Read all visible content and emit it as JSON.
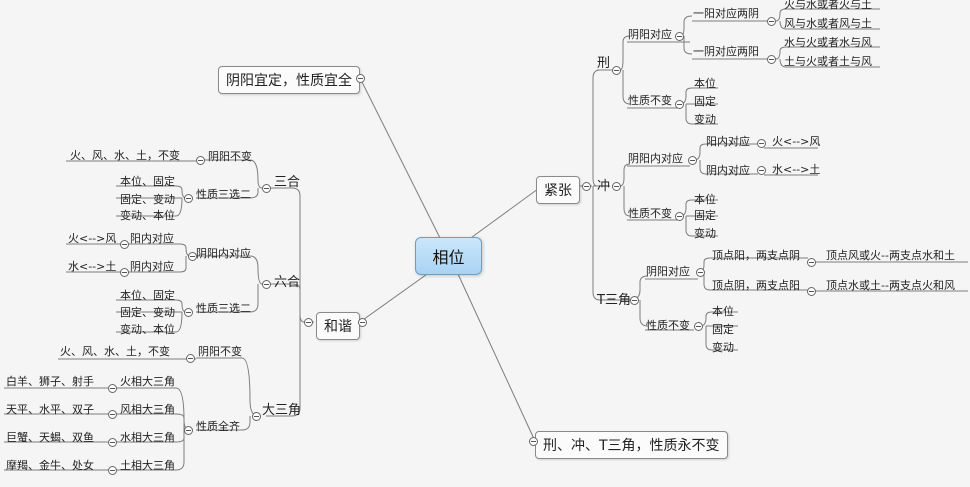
{
  "root": "相位",
  "right_top": "阴阳宜定，性质宜全",
  "right_bottom": "刑、冲、T三角，性质永不变",
  "jinzhang": {
    "label": "紧张",
    "xing": {
      "label": "刑",
      "yinyang": "阴阳对应",
      "yiyang": "一阳对应两阴",
      "yiyang_leaves": [
        "火与水或者火与土",
        "风与水或者风与土"
      ],
      "yiyin": "一阴对应两阳",
      "yiyin_leaves": [
        "水与火或者水与风",
        "土与火或者土与风"
      ],
      "xingzhi": "性质不变",
      "xingzhi_leaves": [
        "本位",
        "固定",
        "变动"
      ]
    },
    "chong": {
      "label": "冲",
      "yinyang": "阴阳内对应",
      "yang": "阳内对应",
      "yang_leaf": "火<-->风",
      "yin": "阴内对应",
      "yin_leaf": "水<-->土",
      "xingzhi": "性质不变",
      "xingzhi_leaves": [
        "本位",
        "固定",
        "变动"
      ]
    },
    "tsanjiao": {
      "label": "T三角",
      "yinyang": "阴阳对应",
      "a": "顶点阳，两支点阴",
      "a_leaf": "顶点风或火--两支点水和土",
      "b": "顶点阴，两支点阳",
      "b_leaf": "顶点水或土--两支点火和风",
      "xingzhi": "性质不变",
      "xingzhi_leaves": [
        "本位",
        "固定",
        "变动"
      ]
    }
  },
  "hexie": {
    "label": "和谐",
    "sanhe": {
      "label": "三合",
      "yinyang": "阴阳不变",
      "yinyang_leaf": "火、风、水、土，不变",
      "xingzhi": "性质三选二",
      "xingzhi_leaves": [
        "本位、固定",
        "固定、变动",
        "变动、本位"
      ]
    },
    "liuhe": {
      "label": "六合",
      "yinyang": "阴阳内对应",
      "yang": "阳内对应",
      "yang_leaf": "火<-->风",
      "yin": "阴内对应",
      "yin_leaf": "水<-->土",
      "xingzhi": "性质三选二",
      "xingzhi_leaves": [
        "本位、固定",
        "固定、变动",
        "变动、本位"
      ]
    },
    "dasanjiao": {
      "label": "大三角",
      "yinyang": "阴阳不变",
      "yinyang_leaf": "火、风、水、土，不变",
      "xingzhi": "性质全齐",
      "items": [
        {
          "label": "火相大三角",
          "leaf": "白羊、狮子、射手"
        },
        {
          "label": "风相大三角",
          "leaf": "天平、水平、双子"
        },
        {
          "label": "水相大三角",
          "leaf": "巨蟹、天蝎、双鱼"
        },
        {
          "label": "土相大三角",
          "leaf": "摩羯、金牛、处女"
        }
      ]
    }
  }
}
